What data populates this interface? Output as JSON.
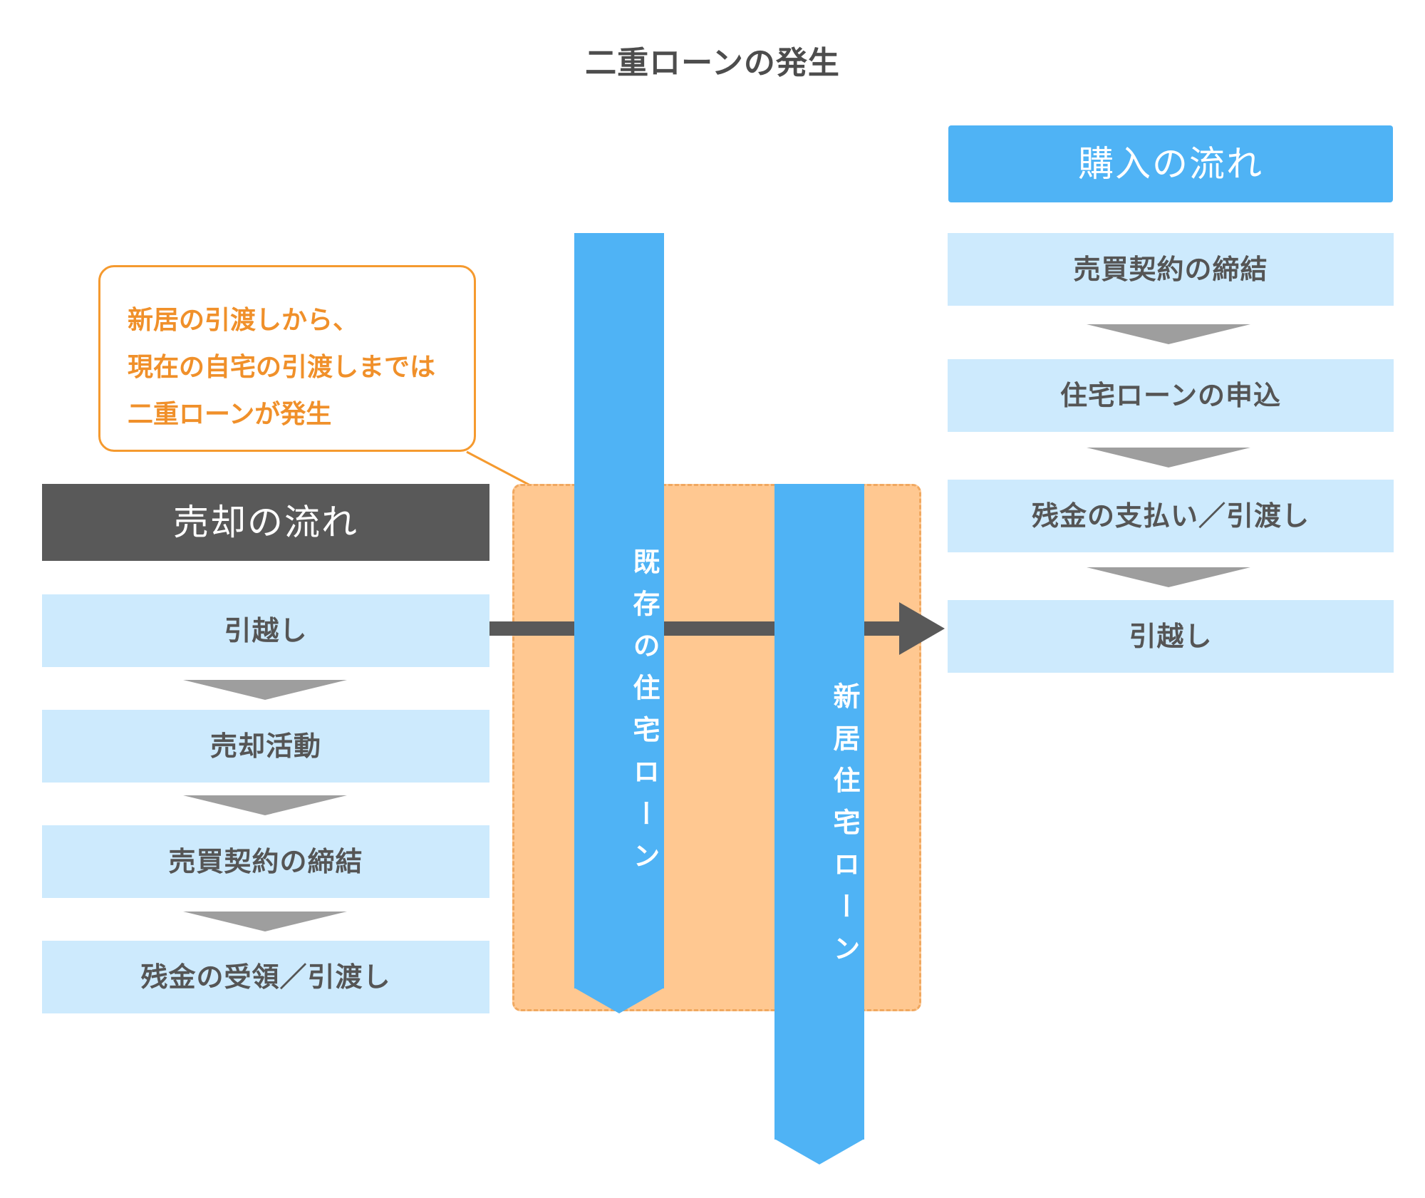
{
  "title": "二重ローンの発生",
  "callout": {
    "lines": [
      "新居の引渡しから、",
      "現在の自宅の引渡しまでは",
      "二重ローンが発生"
    ]
  },
  "sell": {
    "header": "売却の流れ",
    "steps": [
      "引越し",
      "売却活動",
      "売買契約の締結",
      "残金の受領／引渡し"
    ]
  },
  "buy": {
    "header": "購入の流れ",
    "steps": [
      "売買契約の締結",
      "住宅ローンの申込",
      "残金の支払い／引渡し",
      "引越し"
    ]
  },
  "loans": {
    "existing": "既存の住宅ローン",
    "new": "新居住宅ローン"
  },
  "colors": {
    "accent_blue": "#4fb3f5",
    "step_fill": "#cdeafd",
    "dark_header": "#595959",
    "callout_orange": "#f59a2f",
    "overlap_fill": "#ffc891"
  }
}
